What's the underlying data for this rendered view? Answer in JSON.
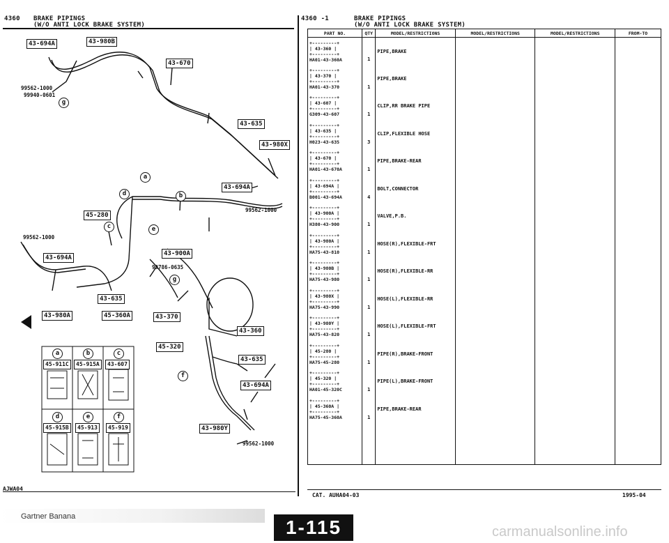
{
  "left_header": {
    "code": "4360",
    "title_line1": "BRAKE PIPINGS",
    "title_line2": "(W/O ANTI LOCK BRAKE SYSTEM)"
  },
  "right_header": {
    "code": "4360 -1",
    "title_line1": "BRAKE PIPINGS",
    "title_line2": "(W/O ANTI LOCK BRAKE SYSTEM)"
  },
  "columns": [
    "PART NO.",
    "QTY",
    "MODEL/RESTRICTIONS",
    "MODEL/RESTRICTIONS",
    "MODEL/RESTRICTIONS",
    "FROM-TO"
  ],
  "parts": [
    {
      "ref": "43-360",
      "part_no": "HA01-43-360A",
      "qty": "1",
      "desc": "PIPE,BRAKE"
    },
    {
      "ref": "43-370",
      "part_no": "HA01-43-370",
      "qty": "1",
      "desc": "PIPE,BRAKE"
    },
    {
      "ref": "43-607",
      "part_no": "G309-43-607",
      "qty": "1",
      "desc": "CLIP,RR BRAKE PIPE"
    },
    {
      "ref": "43-635",
      "part_no": "H023-43-635",
      "qty": "3",
      "desc": "CLIP,FLEXIBLE HOSE"
    },
    {
      "ref": "43-670",
      "part_no": "HA01-43-670A",
      "qty": "1",
      "desc": "PIPE,BRAKE-REAR"
    },
    {
      "ref": "43-694A",
      "part_no": "B001-43-694A",
      "qty": "4",
      "desc": "BOLT,CONNECTOR"
    },
    {
      "ref": "43-900A",
      "part_no": "H380-43-900",
      "qty": "1",
      "desc": "VALVE,P.B."
    },
    {
      "ref": "43-980A",
      "part_no": "HA75-43-810",
      "qty": "1",
      "desc": "HOSE(R),FLEXIBLE-FRT"
    },
    {
      "ref": "43-980B",
      "part_no": "HA75-43-980",
      "qty": "1",
      "desc": "HOSE(R),FLEXIBLE-RR"
    },
    {
      "ref": "43-980X",
      "part_no": "HA75-43-990",
      "qty": "1",
      "desc": "HOSE(L),FLEXIBLE-RR"
    },
    {
      "ref": "43-980Y",
      "part_no": "HA75-43-820",
      "qty": "1",
      "desc": "HOSE(L),FLEXIBLE-FRT"
    },
    {
      "ref": "45-280",
      "part_no": "HA75-45-280",
      "qty": "1",
      "desc": "PIPE(R),BRAKE-FRONT"
    },
    {
      "ref": "45-320",
      "part_no": "HA01-45-320C",
      "qty": "1",
      "desc": "PIPE(L),BRAKE-FRONT"
    },
    {
      "ref": "45-360A",
      "part_no": "HA75-45-360A",
      "qty": "1",
      "desc": "PIPE,BRAKE-REAR"
    }
  ],
  "diagram": {
    "boxes": [
      "43-694A",
      "43-980B",
      "43-670",
      "43-635",
      "43-980X",
      "43-694A",
      "45-280",
      "43-694A",
      "43-900A",
      "43-635",
      "43-980A",
      "45-360A",
      "43-370",
      "43-360",
      "45-320",
      "43-635",
      "43-694A",
      "43-980Y"
    ],
    "labels": [
      "99562-1000",
      "99940-0601",
      "99562-1000",
      "99562-1000",
      "99786-0635",
      "99562-1000"
    ],
    "circles": [
      "a",
      "b",
      "c",
      "d",
      "e",
      "f",
      "g",
      "g"
    ],
    "clips": [
      {
        "letter": "a",
        "box": "45-911C"
      },
      {
        "letter": "b",
        "box": "45-915A"
      },
      {
        "letter": "c",
        "box": "43-607"
      },
      {
        "letter": "d",
        "box": "45-915B"
      },
      {
        "letter": "e",
        "box": "45-913"
      },
      {
        "letter": "f",
        "box": "45-919"
      }
    ],
    "code": "AJWA04"
  },
  "footer": {
    "cat": "CAT. AUHA04-03",
    "date": "1995-04",
    "watermark_left": "Gartner Banana",
    "page": "1-115",
    "watermark_right": "carmanualsonline.info"
  }
}
